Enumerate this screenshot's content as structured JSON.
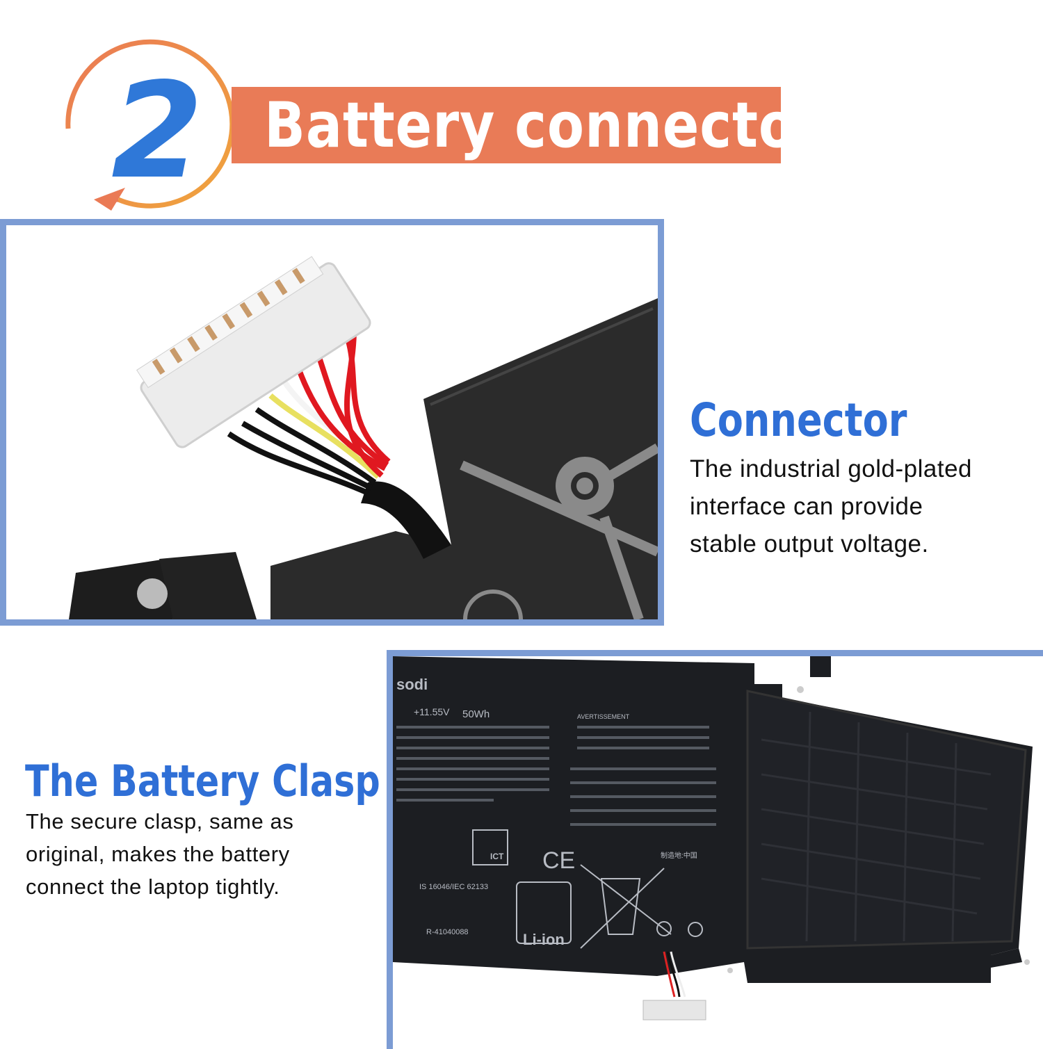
{
  "header": {
    "step_number": "2",
    "title": "Battery connector"
  },
  "connector": {
    "title": "Connector",
    "lines": [
      "The industrial gold-plated",
      "interface can provide",
      "stable output voltage."
    ]
  },
  "clasp": {
    "title": "The Battery Clasp",
    "lines": [
      "The secure clasp, same as",
      "original, makes the battery",
      "connect the laptop tightly."
    ]
  },
  "battery_label": {
    "brand": "sodi",
    "rating": "+11.55V",
    "energy": "50Wh",
    "standard": "IS 16046/IEC 62133",
    "reg_number": "R-41040088",
    "chemistry": "Li-ion",
    "ce_mark": "CE",
    "ict": "ICT",
    "warning_heading": "AVERTISSEMENT",
    "origin": "制造地:中国"
  },
  "colors": {
    "accent_blue": "#2f6fd6",
    "banner_orange": "#e97b57",
    "frame_blue": "#7c9cd4"
  }
}
